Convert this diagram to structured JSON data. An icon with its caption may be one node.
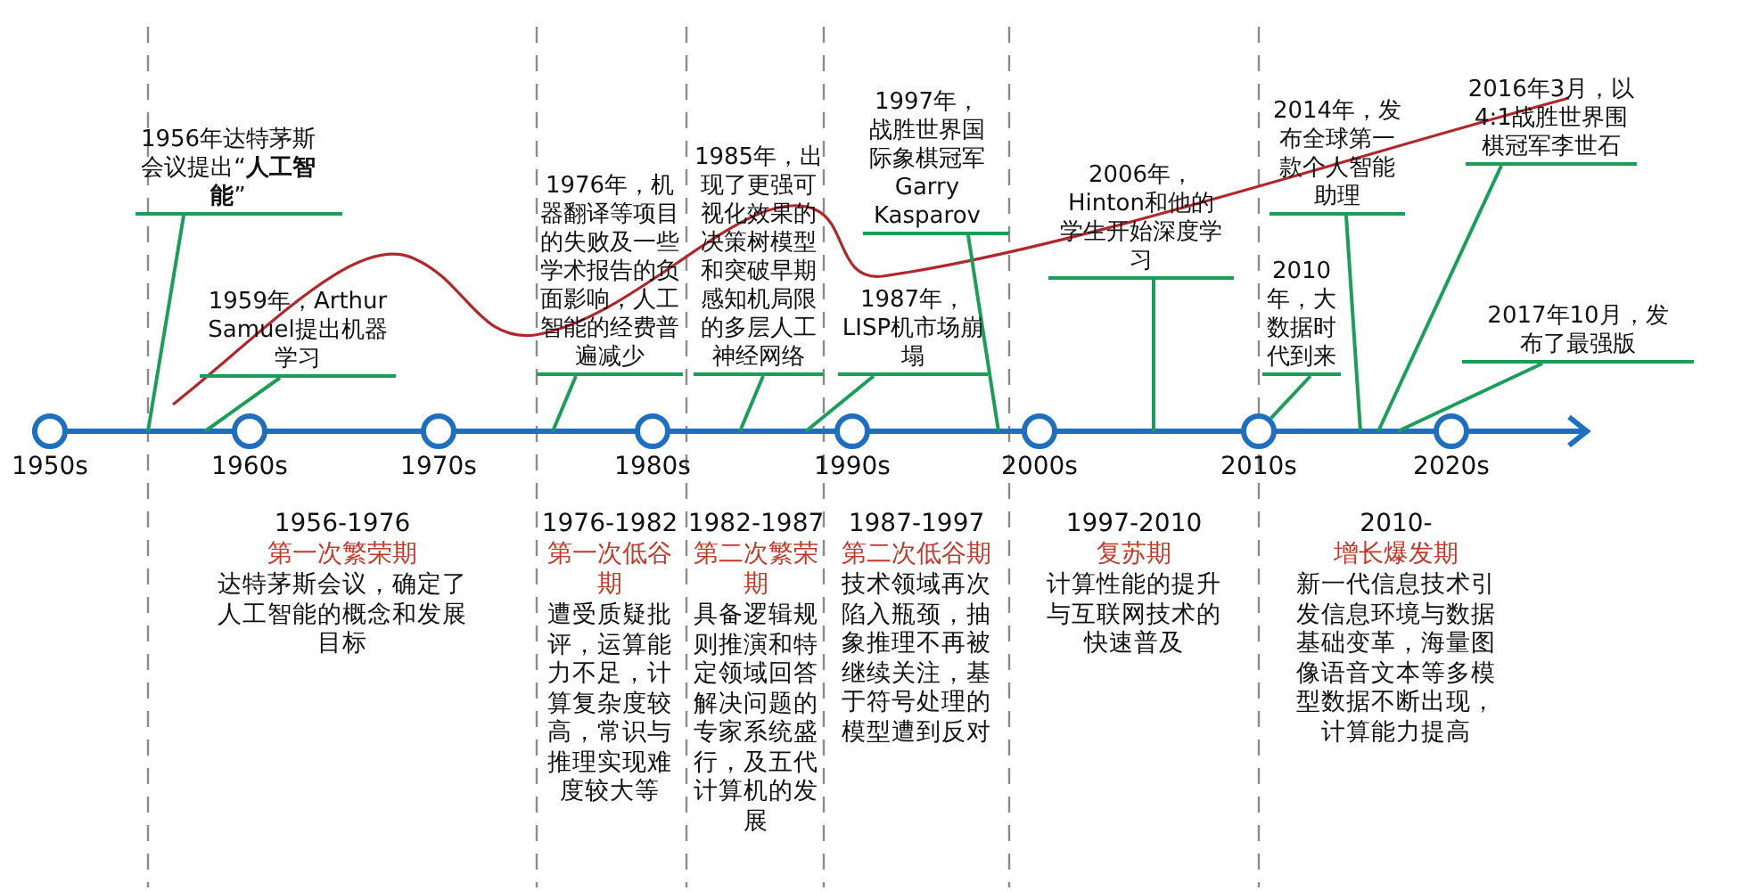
{
  "diagram": {
    "nodes": [
      {
        "text": [],
        "shape": "circle",
        "beside": [
          "1950s"
        ]
      },
      {
        "text": [],
        "shape": "circle",
        "beside": [
          "1960s"
        ]
      },
      {
        "text": [],
        "shape": "circle",
        "beside": [
          "1970s"
        ]
      },
      {
        "text": [],
        "shape": "circle",
        "beside": [
          "1980s"
        ]
      },
      {
        "text": [],
        "shape": "circle",
        "beside": [
          "1990s"
        ]
      },
      {
        "text": [],
        "shape": "circle",
        "beside": [
          "2000s"
        ]
      },
      {
        "text": [],
        "shape": "circle",
        "beside": [
          "2010s"
        ]
      },
      {
        "text": [],
        "shape": "circle",
        "beside": [
          "2020s"
        ]
      },
      {
        "text": [
          "1956年达特茅斯会议提出“**人工智能**”"
        ]
      },
      {
        "text": [
          "1959年，Arthur Samuel提出机器学习"
        ]
      },
      {
        "text": [
          "1976年，机器翻译等项目的失败及一些学术报告的负面影响，人工智能的经费普遍减少"
        ]
      },
      {
        "text": [
          "1985年，出现了更强可视化效果的决策树模型和突破早期感知机局限的多层人工神经网络"
        ]
      },
      {
        "text": [
          "1997年，战胜世界国际象棋冠军Garry Kasparov"
        ]
      },
      {
        "text": [
          "1987年，LISP机市场崩塌"
        ]
      },
      {
        "text": [
          "2006年，Hinton和他的学生开始深度学习"
        ]
      },
      {
        "text": [
          "2014年，发布全球第一款个人智能助理"
        ]
      },
      {
        "text": [
          "2010年，大数据时代到来"
        ]
      },
      {
        "text": [
          "2016年3月，以4:1战胜世界围棋冠军李世石"
        ]
      },
      {
        "text": [
          "2017年10月，发布了最强版"
        ]
      }
    ],
    "edges": [
      {
        "from": 8,
        "to": null,
        "arrow": "none"
      },
      {
        "from": 9,
        "to": null,
        "arrow": "none"
      },
      {
        "from": 10,
        "to": null,
        "arrow": "none"
      },
      {
        "from": 11,
        "to": null,
        "arrow": "none"
      },
      {
        "from": 12,
        "to": null,
        "arrow": "none"
      },
      {
        "from": 13,
        "to": null,
        "arrow": "none"
      },
      {
        "from": 14,
        "to": null,
        "arrow": "none"
      },
      {
        "from": 15,
        "to": null,
        "arrow": "none"
      },
      {
        "from": 16,
        "to": 6,
        "arrow": "none"
      },
      {
        "from": 17,
        "to": null,
        "arrow": "none"
      },
      {
        "from": 18,
        "to": null,
        "arrow": "none"
      }
    ],
    "labels": [
      "1956-1976",
      "第一次繁荣期",
      "达特茅斯会议，确定了人工智能的概念和发展目标",
      "1976-1982",
      "第一次低谷期",
      "遭受质疑批评，运算能力不足，计算复杂度较高，常识与推理实现难度较大等",
      "1982-1987",
      "第二次繁荣期",
      "具备逻辑规则推演和特定领域回答解决问题的专家系统盛行，及五代计算机的发展",
      "1987-1997",
      "第二次低谷期",
      "技术领域再次陷入瓶颈，抽象推理不再被继续关注，基于符号处理的模型遭到反对",
      "1997-2010",
      "复苏期",
      "计算性能的提升与互联网技术的快速普及",
      "2010-",
      "增长爆发期",
      "新一代信息技术引发信息环境与数据基础变革，海量图像语音文本等多模型数据不断出现，计算能力提高"
    ]
  }
}
